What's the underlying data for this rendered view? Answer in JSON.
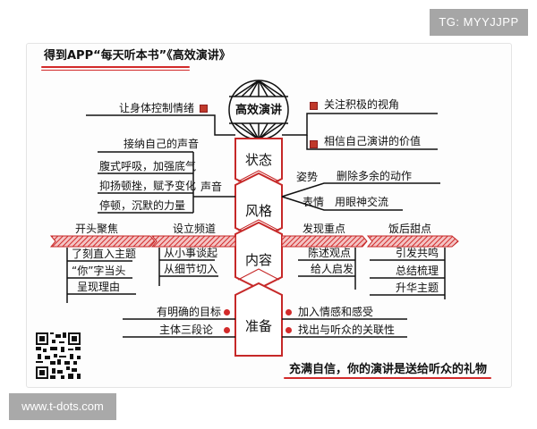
{
  "badges": {
    "telegram": "TG: MYYJJPP",
    "website": "www.t-dots.com"
  },
  "header": {
    "title": "得到APP“每天听本书”《高效演讲》"
  },
  "center": {
    "title": "高效演讲",
    "spine": [
      "状态",
      "风格",
      "内容",
      "准备"
    ]
  },
  "state": {
    "left": [
      "让身体控制情绪"
    ],
    "right": [
      "关注积极的视角",
      "相信自己演讲的价值"
    ]
  },
  "style": {
    "voice": {
      "label": "声音",
      "items": [
        "接纳自己的声音",
        "腹式呼吸，加强底气",
        "抑扬顿挫，赋予变化",
        "停顿，沉默的力量"
      ]
    },
    "body": {
      "gesture_label": "姿势",
      "gesture_item": "删除多余的动作",
      "expression_label": "表情",
      "expression_item": "用眼神交流"
    }
  },
  "content": {
    "stages": [
      {
        "label": "开头聚焦",
        "items": [
          "了刻直入主题",
          "“你”字当头",
          "呈现理由"
        ]
      },
      {
        "label": "设立频道",
        "items": [
          "从小事谈起",
          "从细节切入"
        ]
      },
      {
        "label": "发现重点",
        "items": [
          "陈述观点",
          "给人启发"
        ]
      },
      {
        "label": "饭后甜点",
        "items": [
          "引发共鸣",
          "总结梳理",
          "升华主题"
        ]
      }
    ]
  },
  "prepare": {
    "left": [
      "有明确的目标",
      "主体三段论"
    ],
    "right": [
      "加入情感和感受",
      "找出与听众的关联性"
    ]
  },
  "footer": {
    "quote": "充满自信，你的演讲是送给听众的礼物"
  },
  "colors": {
    "accent_red": "#d22a2a",
    "ink": "#111111",
    "badge_gray": "#a6a6a6"
  }
}
